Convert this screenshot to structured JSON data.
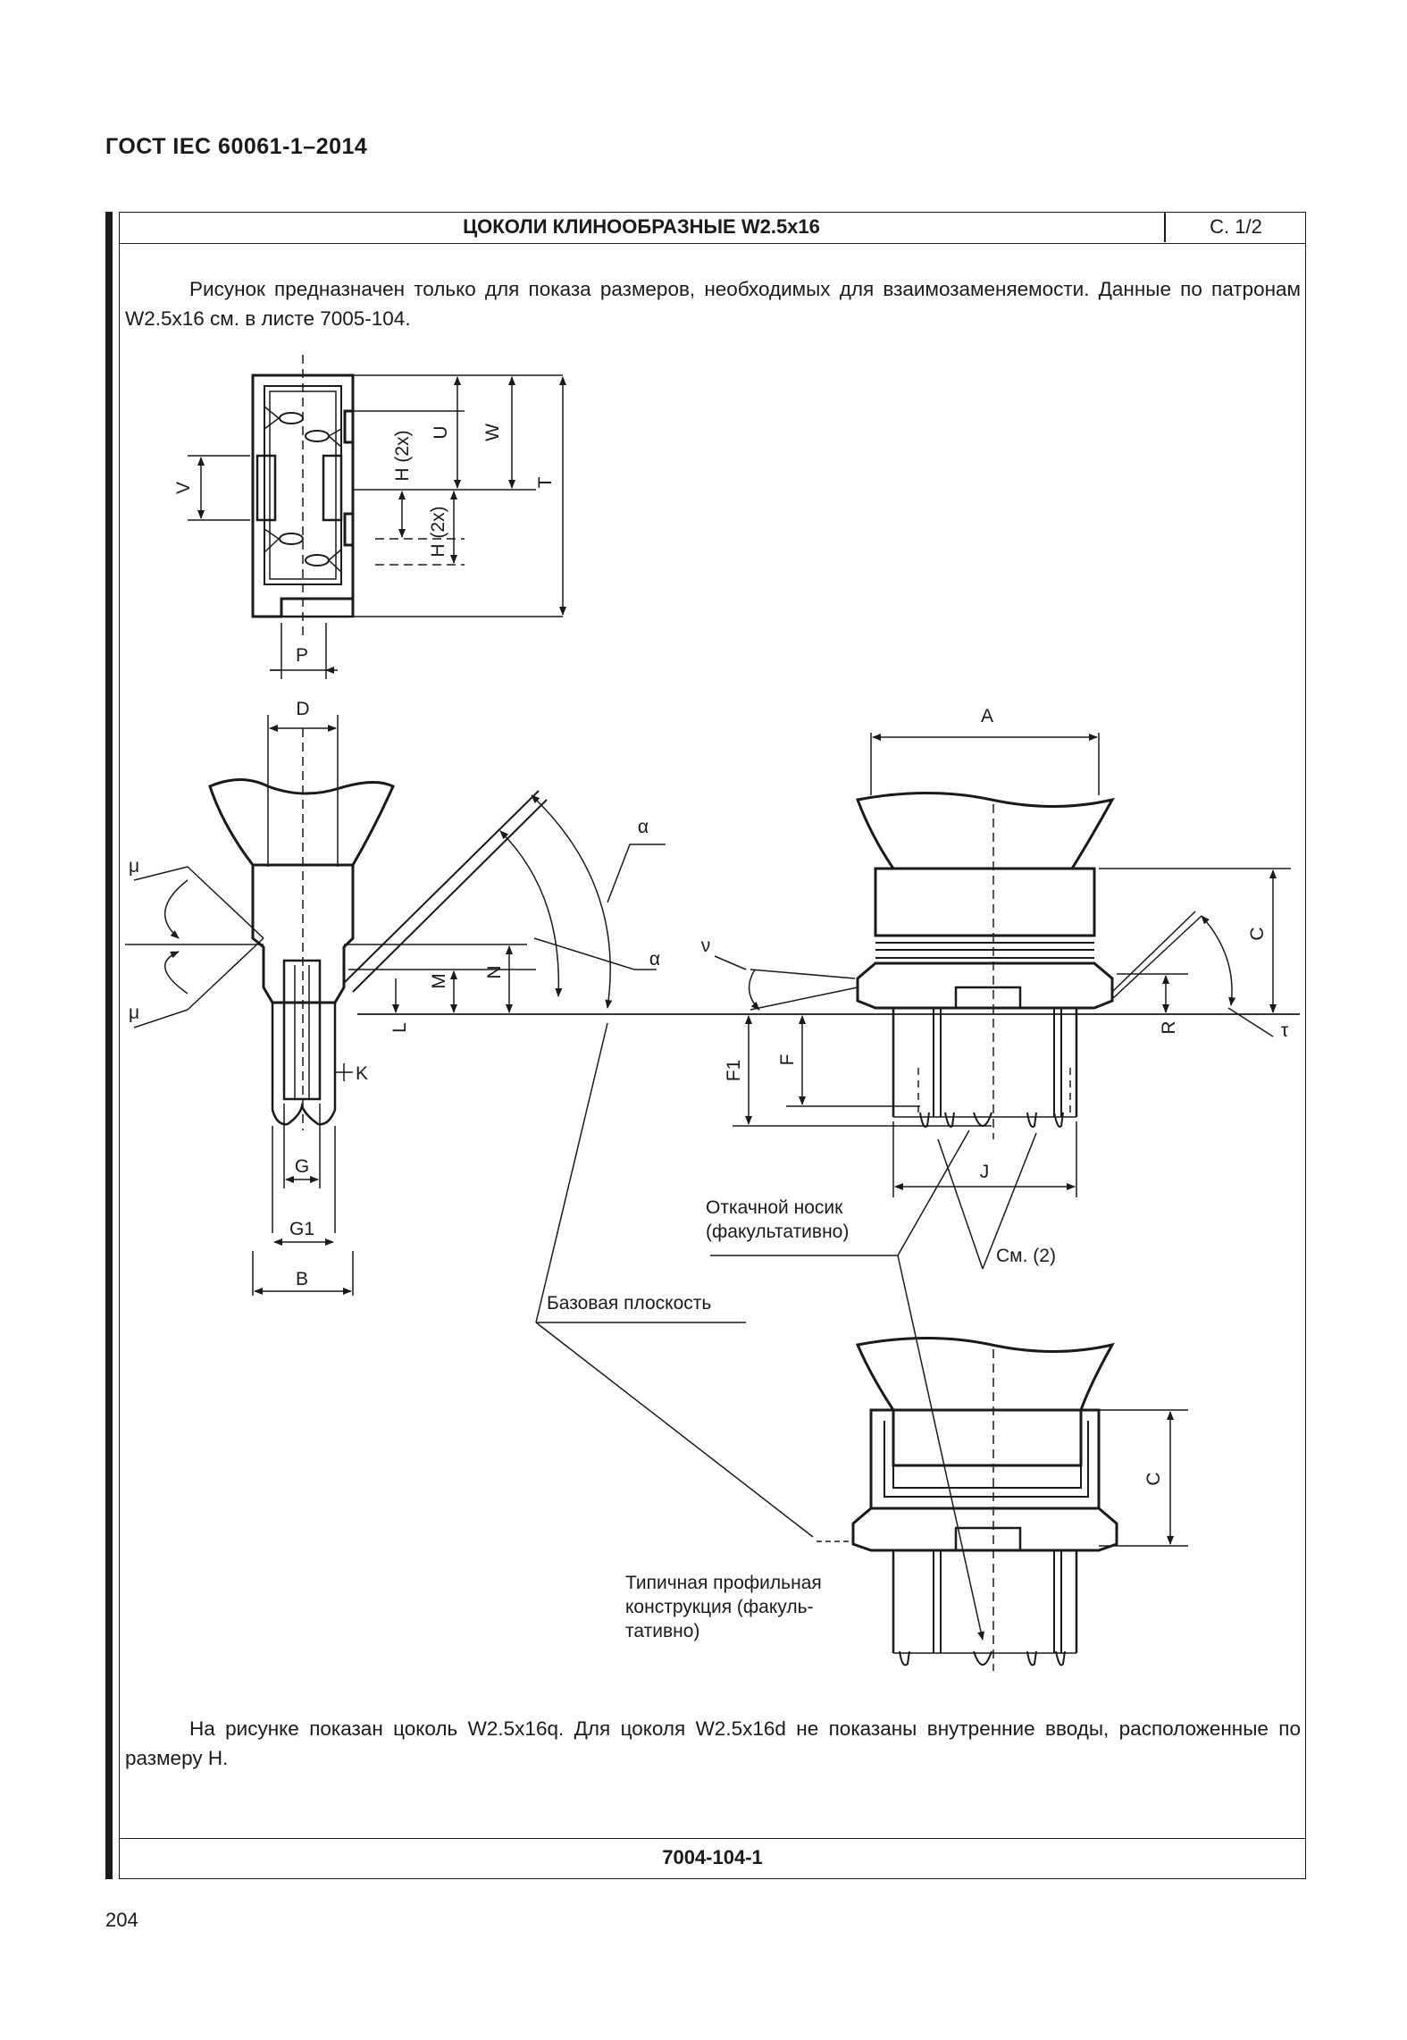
{
  "header": {
    "standard": "ГОСТ IEC 60061-1–2014",
    "sheet_title": "ЦОКОЛИ КЛИНООБРАЗНЫЕ W2.5x16",
    "sheet_page": "С. 1/2"
  },
  "intro_text": "Рисунок предназначен только для показа размеров, необходимых для взаимозаменяемости. Данные по патронам W2.5x16 см. в листе 7005-104.",
  "drawing": {
    "dimension_labels": {
      "W": "W",
      "U": "U",
      "T": "T",
      "V": "V",
      "H1": "H (2x)",
      "H2": "H (2x)",
      "P": "P",
      "D": "D",
      "A": "A",
      "mu_top": "μ",
      "mu_bottom": "μ",
      "alpha_top": "α",
      "alpha_mid": "α",
      "M": "M",
      "N": "N",
      "L": "L",
      "K": "K",
      "G": "G",
      "G1": "G1",
      "B": "B",
      "C_top": "C",
      "R": "R",
      "tau": "τ",
      "nu": "ν",
      "F1": "F1",
      "F": "F",
      "J": "J",
      "C_bottom": "C"
    },
    "callouts": {
      "exhaust_tip_line1": "Откачной носик",
      "exhaust_tip_line2": "(факультативно)",
      "see_note": "См. (2)",
      "reference_plane": "Базовая плоскость",
      "typical_profile_line1": "Типичная профильная",
      "typical_profile_line2": "конструкция (факуль-",
      "typical_profile_line3": "тативно)"
    }
  },
  "note_text": "На рисунке показан цоколь W2.5x16q. Для цоколя W2.5x16d не показаны внутренние вводы, расположенные по размеру H.",
  "footer": {
    "sheet_number": "7004-104-1"
  },
  "page_number": "204"
}
